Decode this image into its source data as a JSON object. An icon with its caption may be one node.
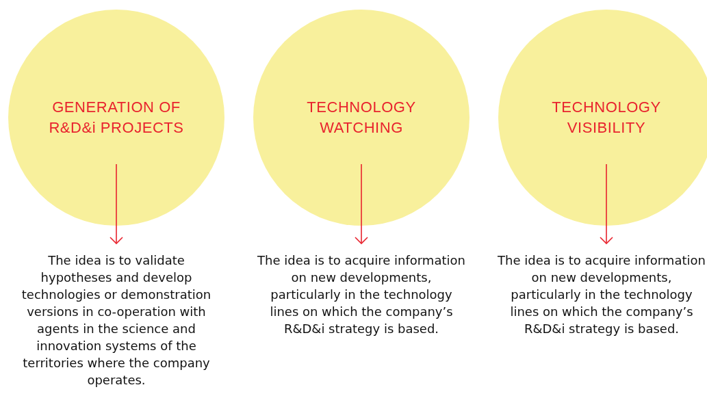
{
  "diagram": {
    "nodes": [
      {
        "text": [
          "GENERATION OF R&D&i PROJECTS"
        ]
      },
      {
        "text": [
          "The idea is to validate hypotheses and develop technologies or demonstration versions in co-operation with agents in the science and innovation systems of the territories where the company operates."
        ]
      },
      {
        "text": [
          "TECHNOLOGY WATCHING"
        ]
      },
      {
        "text": [
          "The idea is to acquire information on new developments, particularly in the technology lines on which the company’s R&D&i strategy is based."
        ]
      },
      {
        "text": [
          "TECHNOLOGY VISIBILITY"
        ]
      },
      {
        "text": [
          "The idea is to acquire information on new developments, particularly in the technology lines on which the company’s R&D&i strategy is based."
        ]
      }
    ],
    "edges": [
      {
        "from": 0,
        "to": 1,
        "arrow": "to",
        "color": "#e8232e"
      },
      {
        "from": 2,
        "to": 3,
        "arrow": "to",
        "color": "#e8232e"
      },
      {
        "from": 4,
        "to": 5,
        "arrow": "to",
        "color": "#e8232e"
      }
    ]
  }
}
